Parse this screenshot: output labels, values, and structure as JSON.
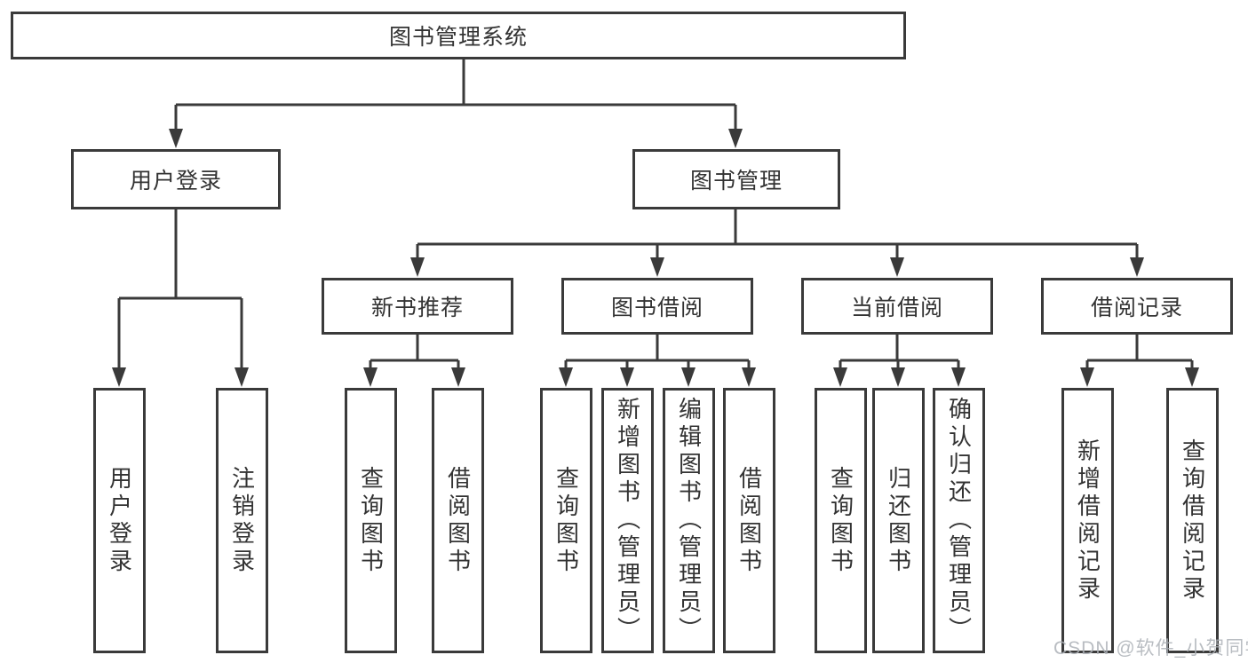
{
  "page": {
    "watermark": "CSDN @软件_小贺同学"
  },
  "diagram": {
    "type": "hierarchy-tree",
    "root": {
      "label": "图书管理系统"
    },
    "branches": [
      {
        "label": "用户登录",
        "children": [
          {
            "label": "用户登录"
          },
          {
            "label": "注销登录"
          }
        ]
      },
      {
        "label": "图书管理",
        "sections": [
          {
            "label": "新书推荐",
            "children": [
              {
                "label": "查询图书"
              },
              {
                "label": "借阅图书"
              }
            ]
          },
          {
            "label": "图书借阅",
            "children": [
              {
                "label": "查询图书"
              },
              {
                "label": "新增图书（管理员）"
              },
              {
                "label": "编辑图书（管理员）"
              },
              {
                "label": "借阅图书"
              }
            ]
          },
          {
            "label": "当前借阅",
            "children": [
              {
                "label": "查询图书"
              },
              {
                "label": "归还图书"
              },
              {
                "label": "确认归还（管理员）"
              }
            ]
          },
          {
            "label": "借阅记录",
            "children": [
              {
                "label": "新增借阅记录"
              },
              {
                "label": "查询借阅记录"
              }
            ]
          }
        ]
      }
    ],
    "colors": {
      "line": "#3a3a3a",
      "text": "#333333",
      "background": "#ffffff",
      "watermark": "#adb2b7"
    }
  }
}
